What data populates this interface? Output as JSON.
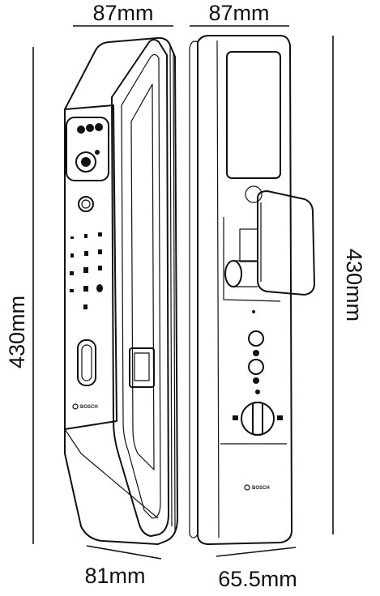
{
  "dimensions": {
    "top_left": "87mm",
    "top_right": "87mm",
    "left_height": "430mm",
    "right_height": "430mm",
    "bottom_left": "81mm",
    "bottom_right": "65.5mm"
  },
  "brand": {
    "front_logo": "BOSCH",
    "back_logo": "BOSCH"
  },
  "colors": {
    "line": "#111111",
    "background": "#ffffff"
  }
}
